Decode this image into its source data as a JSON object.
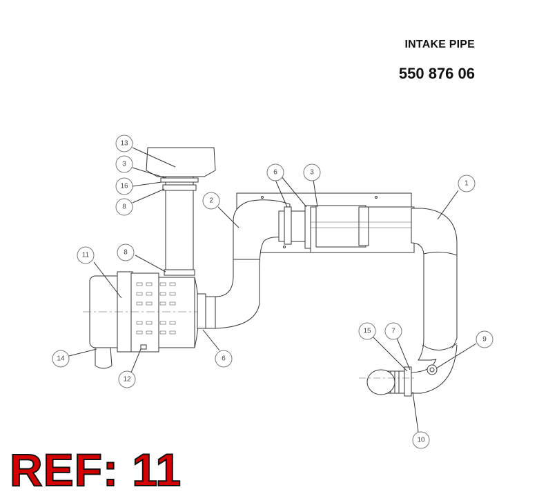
{
  "header": {
    "title": "INTAKE PIPE",
    "part_number": "550 876 06"
  },
  "ref_label": "REF: 11",
  "callouts": [
    "1",
    "2",
    "3",
    "3",
    "6",
    "6",
    "7",
    "8",
    "8",
    "9",
    "10",
    "11",
    "12",
    "13",
    "14",
    "15",
    "16"
  ],
  "colors": {
    "ref_text": "#d40000",
    "line": "#333333"
  }
}
